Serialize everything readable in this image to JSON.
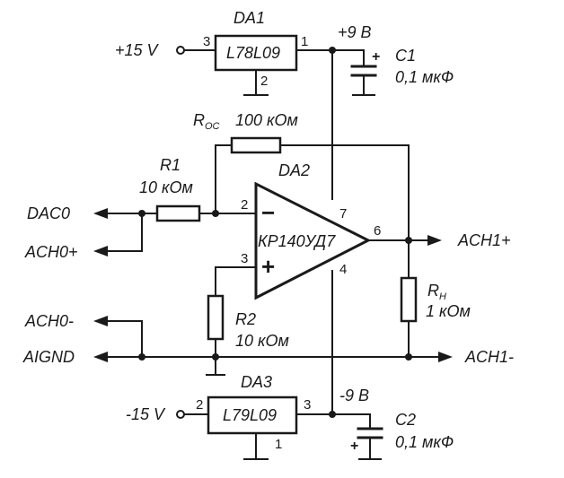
{
  "components": {
    "da1": {
      "ref": "DA1",
      "part": "L78L09",
      "pin_in": "3",
      "pin_out": "1",
      "pin_gnd": "2"
    },
    "da2": {
      "ref": "DA2",
      "part": "КР140УД7",
      "pin_inv": "2",
      "pin_noninv": "3",
      "pin_vpos": "7",
      "pin_vneg": "4",
      "pin_out": "6",
      "inv_sign": "−",
      "noninv_sign": "+"
    },
    "da3": {
      "ref": "DA3",
      "part": "L79L09",
      "pin_in": "2",
      "pin_out": "3",
      "pin_gnd": "1"
    },
    "c1": {
      "ref": "C1",
      "value": "0,1 мкФ",
      "polarity": "+"
    },
    "c2": {
      "ref": "C2",
      "value": "0,1 мкФ",
      "polarity": "+"
    },
    "r1": {
      "ref": "R1",
      "value": "10 кОм"
    },
    "r2": {
      "ref": "R2",
      "value": "10 кОм"
    },
    "roc": {
      "ref_main": "R",
      "ref_sub": "OC",
      "value": "100 кОм"
    },
    "rh": {
      "ref_main": "R",
      "ref_sub": "H",
      "value": "1 кОм"
    }
  },
  "nets": {
    "supply_pos": "+15 V",
    "supply_neg": "-15 V",
    "rail_pos": "+9 В",
    "rail_neg": "-9 В"
  },
  "ports": {
    "dac0": "DAC0",
    "ach0_pos": "ACH0+",
    "ach0_neg": "ACH0-",
    "aignd": "AIGND",
    "ach1_pos": "ACH1+",
    "ach1_neg": "ACH1-"
  }
}
